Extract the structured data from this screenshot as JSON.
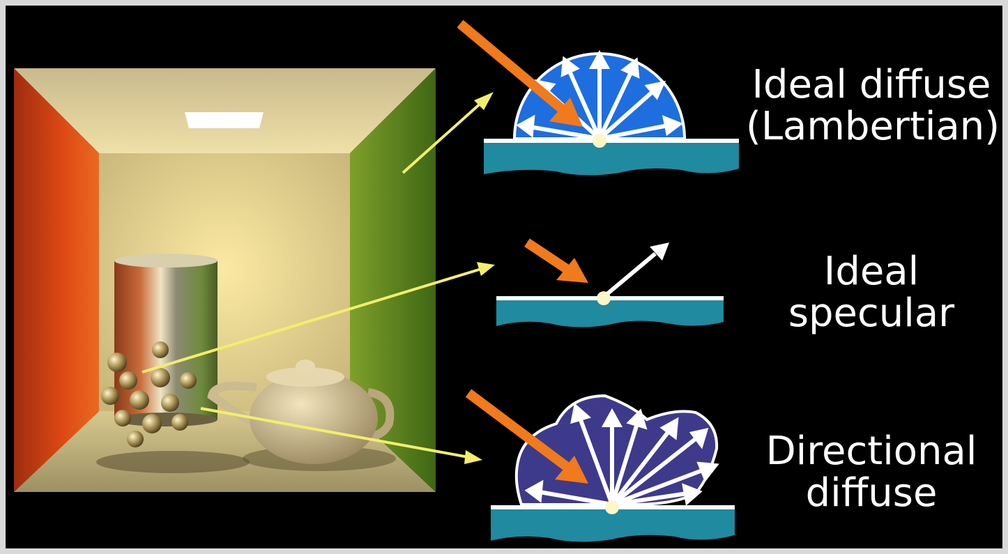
{
  "labels": {
    "ideal_diffuse": {
      "line1": "Ideal diffuse",
      "line2": "(Lambertian)"
    },
    "ideal_specular": {
      "line1": "Ideal",
      "line2": "specular"
    },
    "directional_diffuse": {
      "line1": "Directional",
      "line2": "diffuse"
    }
  },
  "colors": {
    "background": "#000000",
    "frame": "#d9d9d9",
    "pointer_arrow": "#f2ee6c",
    "incident_arrow": "#f07a1c",
    "reflected_arrow": "#ffffff",
    "surface": "#1f8aa0",
    "lobe_diffuse": "#1e6ee0",
    "lobe_directional": "#3d3a8c",
    "wall_left": "#d94a1a",
    "wall_right": "#5e8c1e",
    "room": "#e8d9a0"
  }
}
